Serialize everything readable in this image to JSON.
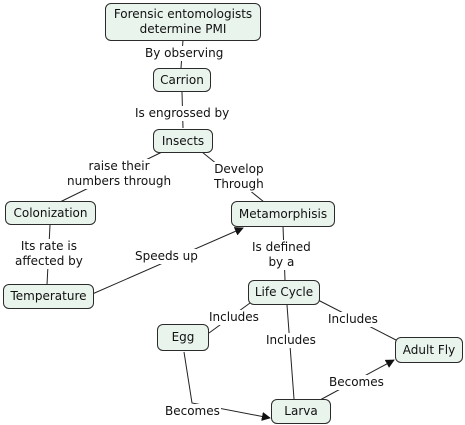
{
  "nodes": {
    "forensic": "Forensic entomologists\ndetermine PMI",
    "carrion": "Carrion",
    "insects": "Insects",
    "colonization": "Colonization",
    "metamorphosis": "Metamorphisis",
    "temperature": "Temperature",
    "life_cycle": "Life Cycle",
    "egg": "Egg",
    "adult_fly": "Adult Fly",
    "larva": "Larva"
  },
  "links": {
    "by_observing": "By observing",
    "is_engrossed_by": "Is engrossed by",
    "raise_numbers": "raise their\nnumbers through",
    "develop_through": "Develop\nThrough",
    "rate_affected": "Its rate is\naffected by",
    "speeds_up": "Speeds up",
    "is_defined_by": "Is defined\nby a",
    "includes_egg": "Includes",
    "includes_larva": "Includes",
    "includes_adult": "Includes",
    "becomes_larva": "Becomes",
    "becomes_adult": "Becomes"
  },
  "colors": {
    "node_fill": "#e9f4ec",
    "node_border": "#2b2b2b",
    "line": "#222222"
  }
}
